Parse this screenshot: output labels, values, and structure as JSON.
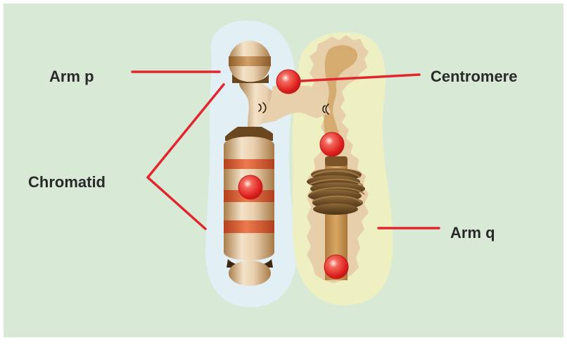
{
  "labels": {
    "arm_p": "Arm p",
    "centromere": "Centromere",
    "chromatid": "Chromatid",
    "arm_q": "Arm q"
  },
  "colors": {
    "background": "#d8ead5",
    "left_halo": "#e2eff4",
    "right_halo": "#eef0c2",
    "leader_line": "#e1262d",
    "centromere_dot": "#e02a2a",
    "band": "#d2582f",
    "chromatin": "#e0c6a2"
  },
  "icons": [
    "centromere-marker-icon"
  ]
}
